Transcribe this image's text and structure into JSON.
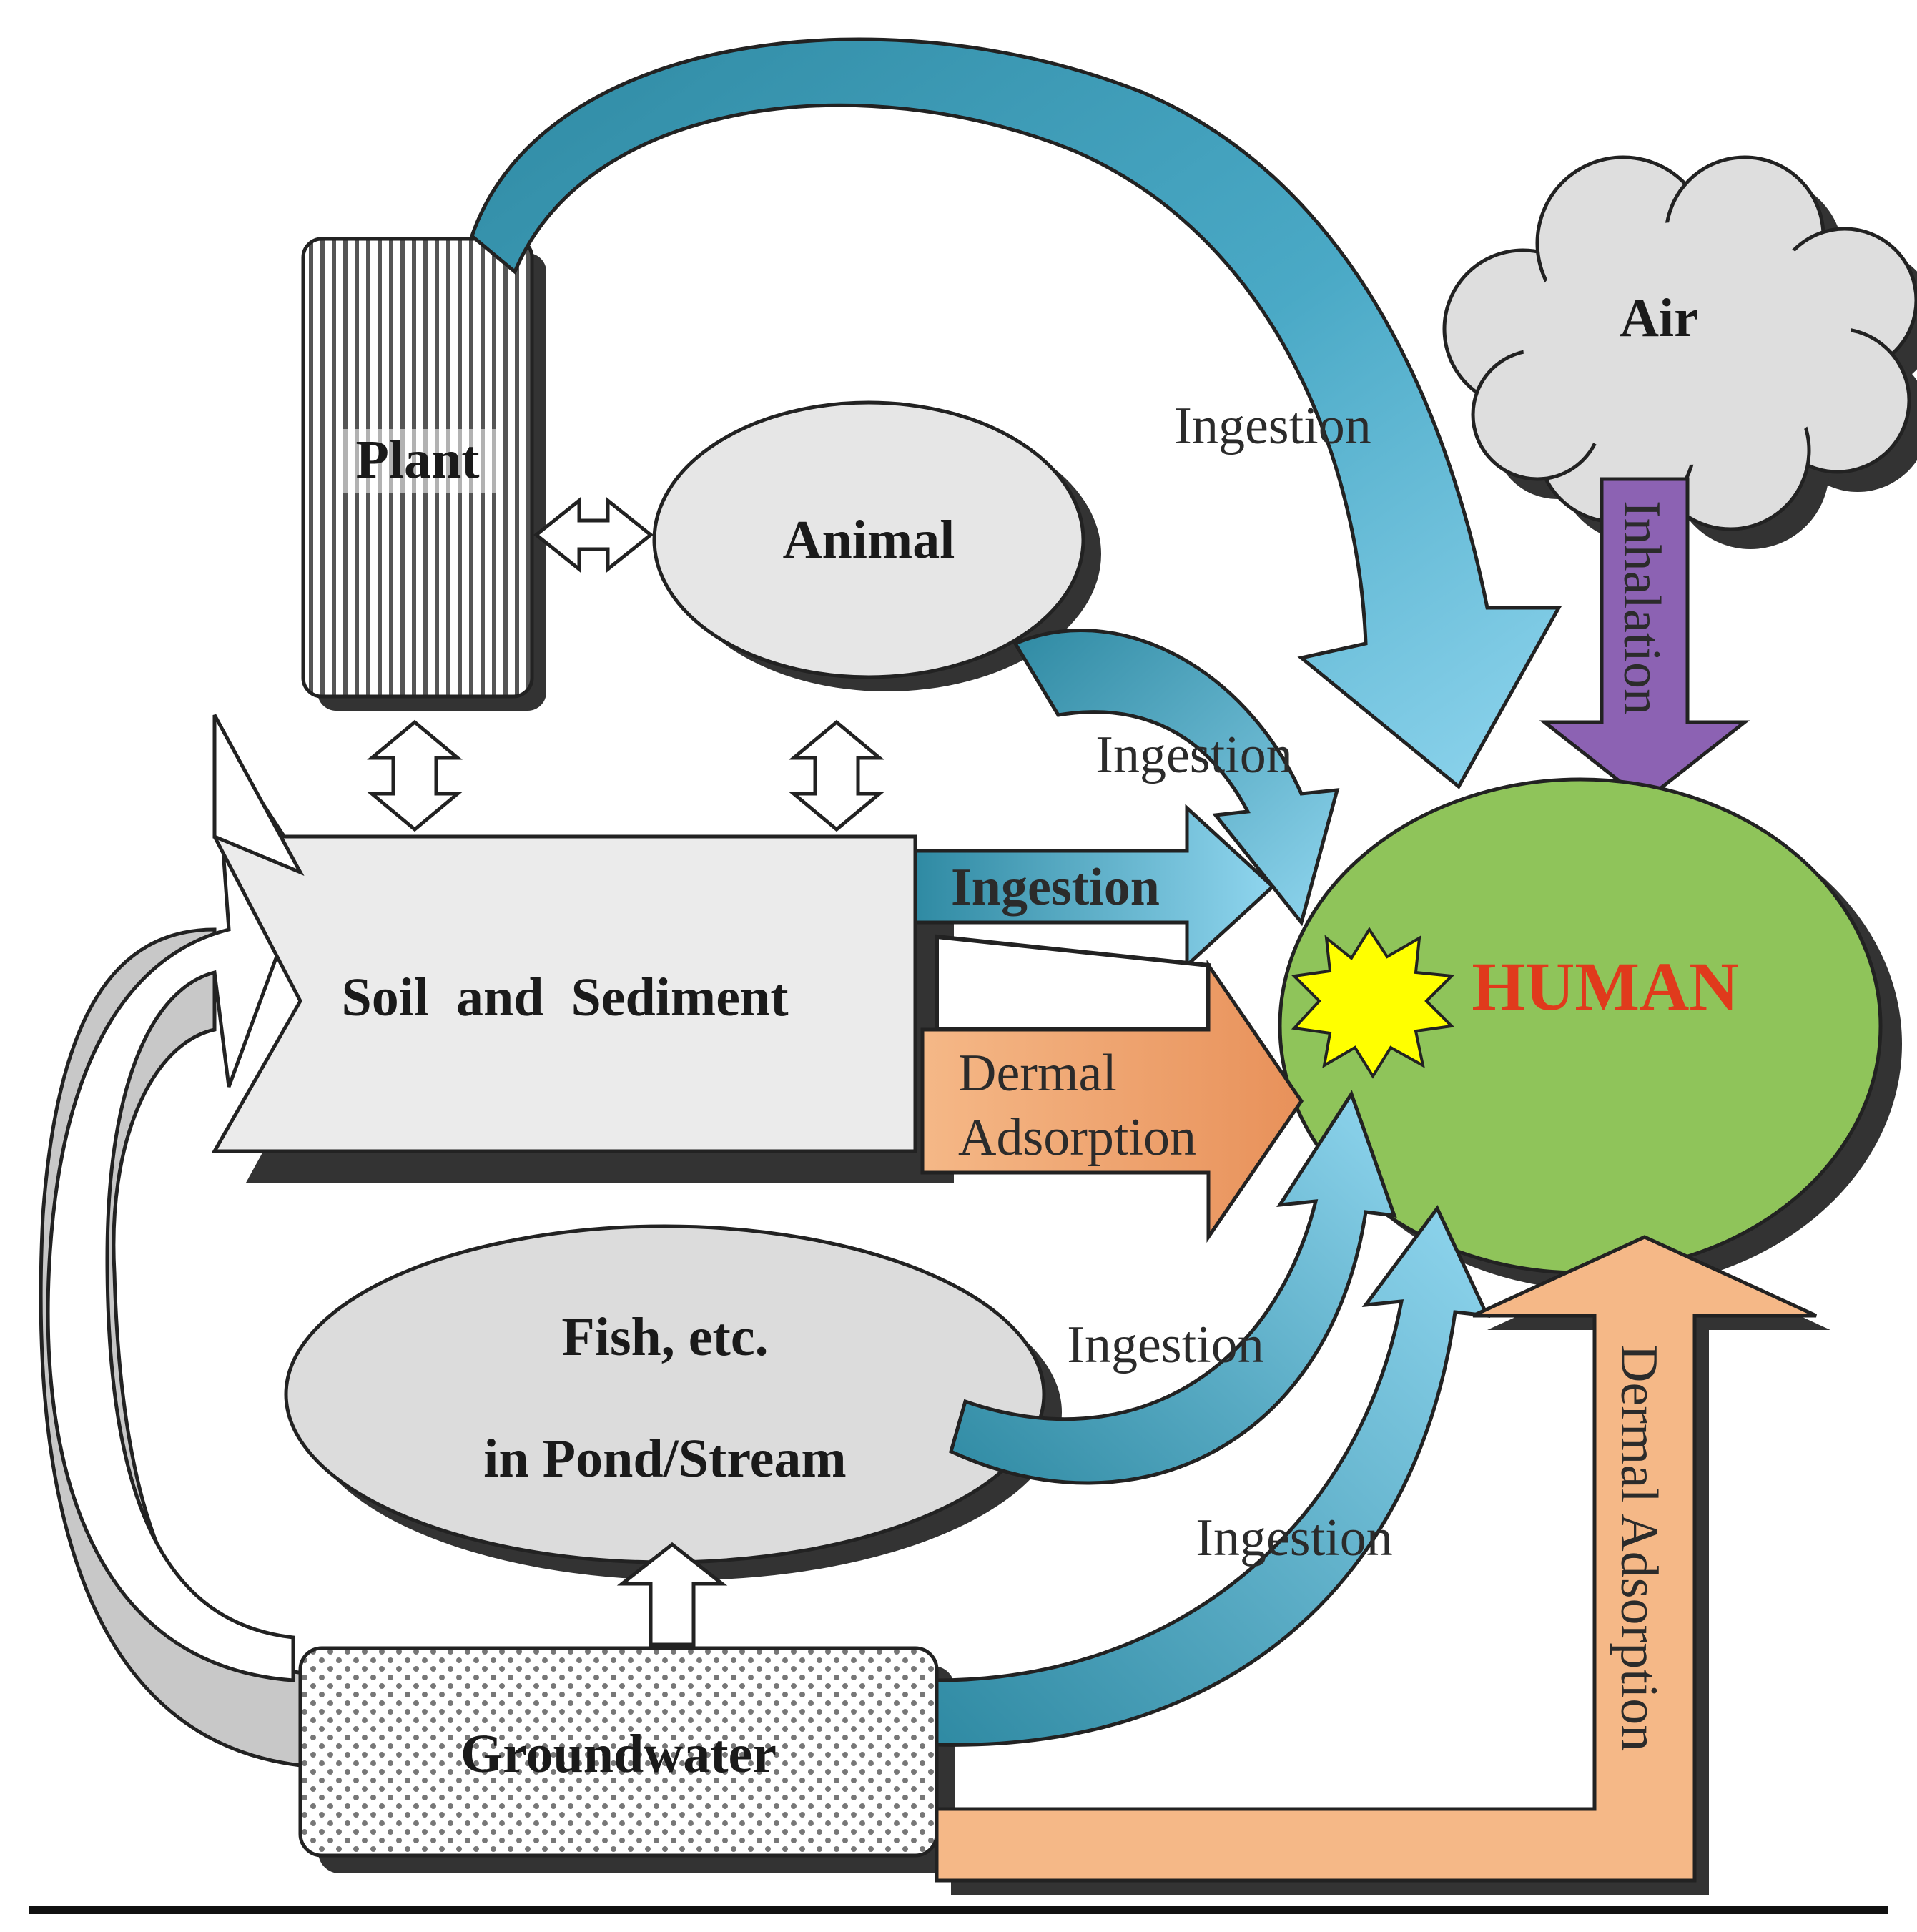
{
  "nodes": {
    "plant": "Plant",
    "animal": "Animal",
    "air": "Air",
    "soil": "Soil  and  Sediment",
    "human": "HUMAN",
    "fish_line1": "Fish, etc.",
    "fish_line2": "in Pond/Stream",
    "groundwater": "Groundwater"
  },
  "pathways": {
    "ingestion_plant": "Ingestion",
    "ingestion_animal": "Ingestion",
    "ingestion_soil": "Ingestion",
    "dermal_soil_line1": "Dermal",
    "dermal_soil_line2": "Adsorption",
    "inhalation": "Inhalation",
    "ingestion_fish": "Ingestion",
    "ingestion_groundwater": "Ingestion",
    "dermal_groundwater": "Dermal Adsorption"
  },
  "colors": {
    "ingestion_dark": "#2f8aa3",
    "ingestion_light": "#8fd5ee",
    "inhalation": "#8c62b3",
    "dermal": "#f5b887",
    "human": "#8fc45a",
    "node_fill": "#dcdcdc",
    "human_text": "#e03a1c",
    "star": "#ffff00"
  }
}
